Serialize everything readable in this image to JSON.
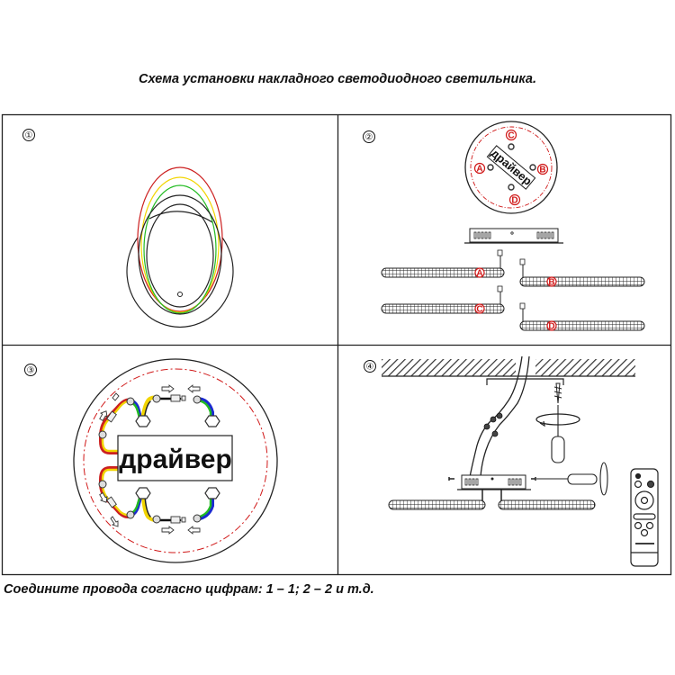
{
  "title": "Схема установки накладного светодиодного светильника.",
  "footer": "Соедините провода согласно цифрам: 1 – 1; 2 – 2 и т.д.",
  "panels": [
    {
      "step": "①",
      "name": "ring-layout"
    },
    {
      "step": "②",
      "name": "module-assignment",
      "driver_label": "драйвер",
      "connectors": [
        "A",
        "B",
        "C",
        "D"
      ]
    },
    {
      "step": "③",
      "name": "wiring",
      "driver_label": "драйвер"
    },
    {
      "step": "④",
      "name": "ceiling-mounting"
    }
  ],
  "colors": {
    "line": "#1a1a1a",
    "accent_red": "#d01818",
    "wire_red": "#cc2020",
    "wire_yellow": "#f2d500",
    "wire_green": "#22bb22",
    "wire_blue": "#1a2ad0"
  }
}
